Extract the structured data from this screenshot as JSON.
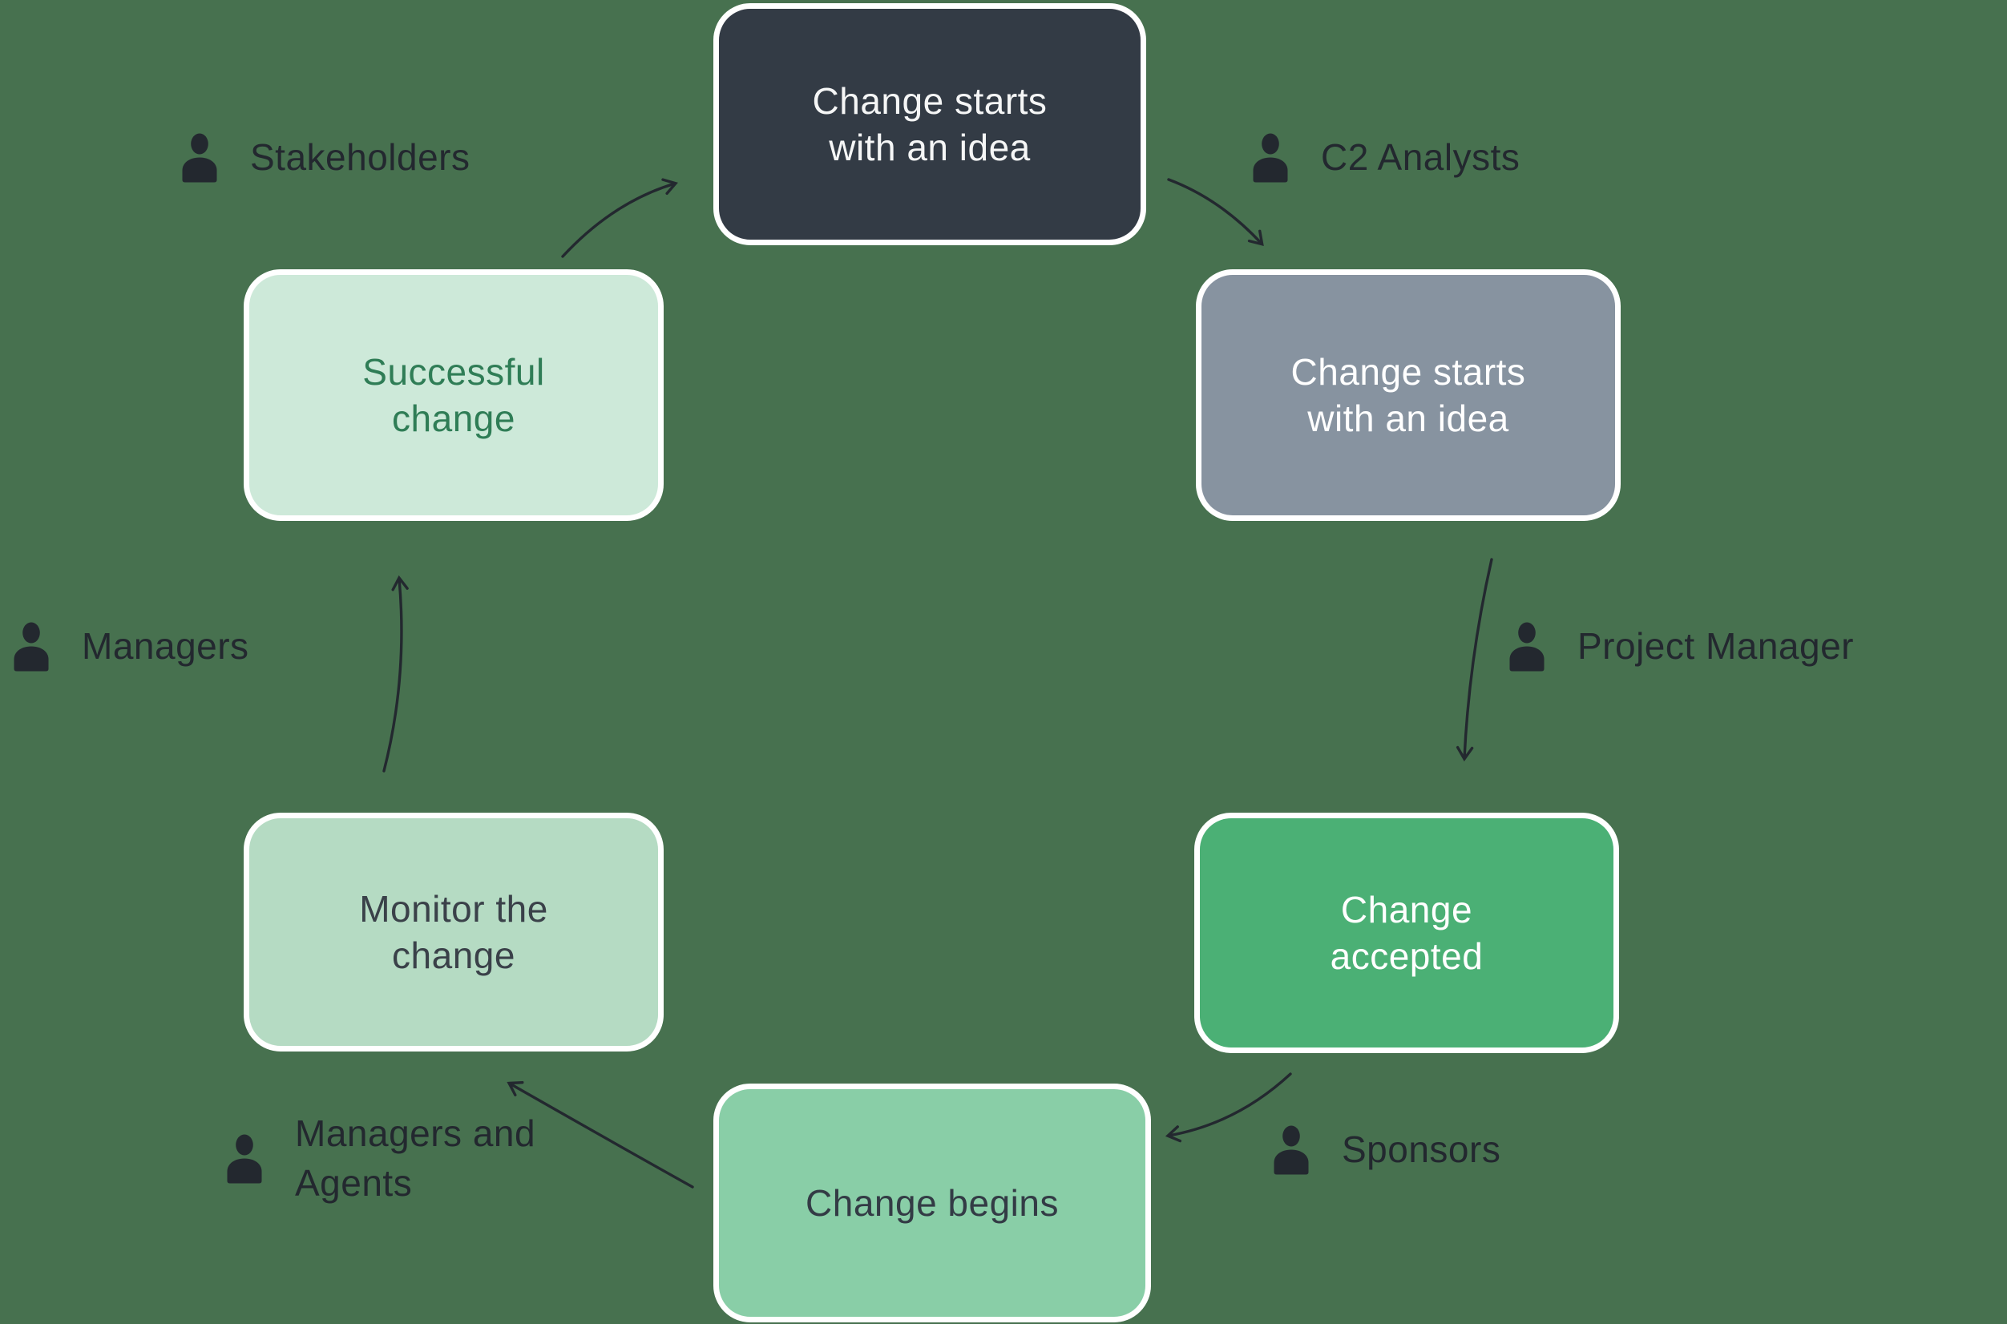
{
  "canvas": {
    "background": "#47714F"
  },
  "palette": {
    "background": "#47714F",
    "node_border": "#FFFFFF",
    "ink": "#23282F",
    "dark_node": "#333B45",
    "gray_node": "#8793A0",
    "green_node": "#4BB075",
    "light_green_node": "#89CEA7",
    "pale_green_node": "#B5DBC3",
    "mint_node": "#CDE9D9",
    "mint_node_text": "#2F7D56"
  },
  "nodes": [
    {
      "id": "idea-top",
      "lines": [
        "Change starts",
        "with an idea"
      ],
      "bg": "#333B45",
      "fg": "#F5F6F6"
    },
    {
      "id": "idea-right",
      "lines": [
        "Change starts",
        "with an idea"
      ],
      "bg": "#8793A0",
      "fg": "#FFFFFF"
    },
    {
      "id": "accepted",
      "lines": [
        "Change",
        "accepted"
      ],
      "bg": "#4BB075",
      "fg": "#FFFFFF"
    },
    {
      "id": "begins",
      "lines": [
        "Change begins"
      ],
      "bg": "#89CEA7",
      "fg": "#333B45"
    },
    {
      "id": "monitor",
      "lines": [
        "Monitor the",
        "change"
      ],
      "bg": "#B5DBC3",
      "fg": "#3A4149"
    },
    {
      "id": "successful",
      "lines": [
        "Successful",
        "change"
      ],
      "bg": "#CDE9D9",
      "fg": "#2F7D56"
    }
  ],
  "actors": [
    {
      "id": "stakeholders",
      "lines": [
        "Stakeholders"
      ]
    },
    {
      "id": "c2-analysts",
      "lines": [
        "C2 Analysts"
      ]
    },
    {
      "id": "project-manager",
      "lines": [
        "Project Manager"
      ]
    },
    {
      "id": "sponsors",
      "lines": [
        "Sponsors"
      ]
    },
    {
      "id": "managers-agents",
      "lines": [
        "Managers and",
        "Agents"
      ]
    },
    {
      "id": "managers",
      "lines": [
        "Managers"
      ]
    }
  ]
}
